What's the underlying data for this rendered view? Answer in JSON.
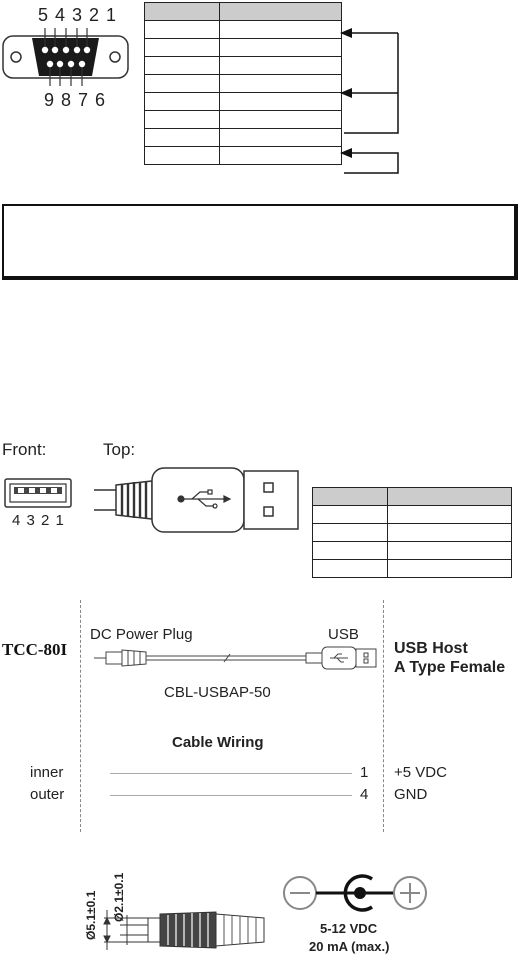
{
  "db9": {
    "top_pins": "5 4 3 2 1",
    "bottom_pins": "9 8 7 6",
    "table_rows": 8
  },
  "usb": {
    "front_label": "Front:",
    "top_label": "Top:",
    "pin_numbers": "4 3 2 1",
    "table_rows": 4
  },
  "cable": {
    "device": "TCC-80I",
    "dc_plug_label": "DC Power Plug",
    "usb_label": "USB",
    "host_line1": "USB Host",
    "host_line2": "A Type Female",
    "cable_model": "CBL-USBAP-50",
    "wiring_title": "Cable Wiring",
    "wiring": [
      {
        "left": "inner",
        "pin": "1",
        "right": "+5 VDC"
      },
      {
        "left": "outer",
        "pin": "4",
        "right": "GND"
      }
    ]
  },
  "plug": {
    "dim_outer": "Ø5.1±0.1",
    "dim_inner": "Ø2.1±0.1",
    "voltage": "5-12 VDC",
    "current": "20 mA (max.)"
  }
}
